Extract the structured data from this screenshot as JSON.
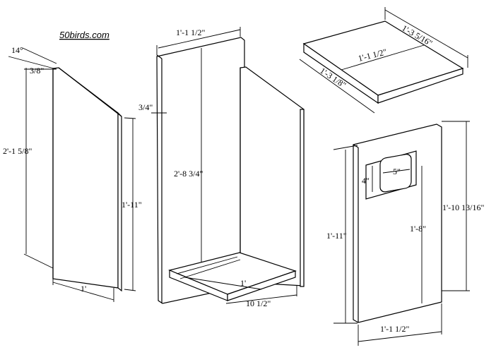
{
  "watermark": "50birds.com",
  "side_panel": {
    "angle": "14°",
    "top_offset": "3/8\"",
    "back_height": "2'-1 5/8\"",
    "front_height": "1'-11\"",
    "width": "1'"
  },
  "back_assembly": {
    "top_width": "1'-1 1/2\"",
    "thickness": "3/4\"",
    "height": "2'-8 3/4\"",
    "floor_width": "1'",
    "floor_depth": "10 1/2\""
  },
  "roof_panel": {
    "length": "1'-3 5/16\"",
    "width": "1'-1 1/2\"",
    "depth": "1'-3 1/8\""
  },
  "front_panel": {
    "hole_width": "5\"",
    "hole_height": "4\"",
    "hole_to_bottom": "1'-8\"",
    "left_height": "1'-11\"",
    "right_height": "1'-10 13/16\"",
    "width": "1'-1 1/2\""
  }
}
